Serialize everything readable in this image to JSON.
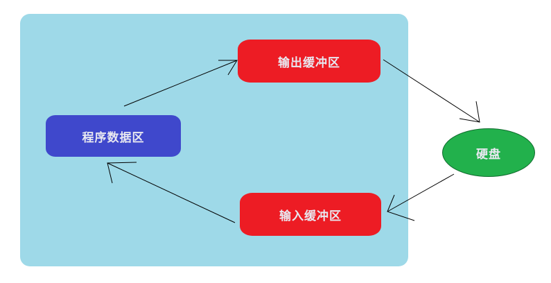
{
  "colors": {
    "panel": "#9ed9e8",
    "program_node": "#3f48cc",
    "buffer_node": "#ed1c24",
    "disk_node": "#22b14c",
    "text_light": "#e8e8f0",
    "arrow": "#000000"
  },
  "nodes": {
    "program": {
      "label": "程序数据区"
    },
    "output_buffer": {
      "label": "输出缓冲区"
    },
    "input_buffer": {
      "label": "输入缓冲区"
    },
    "disk": {
      "label": "硬盘"
    }
  }
}
